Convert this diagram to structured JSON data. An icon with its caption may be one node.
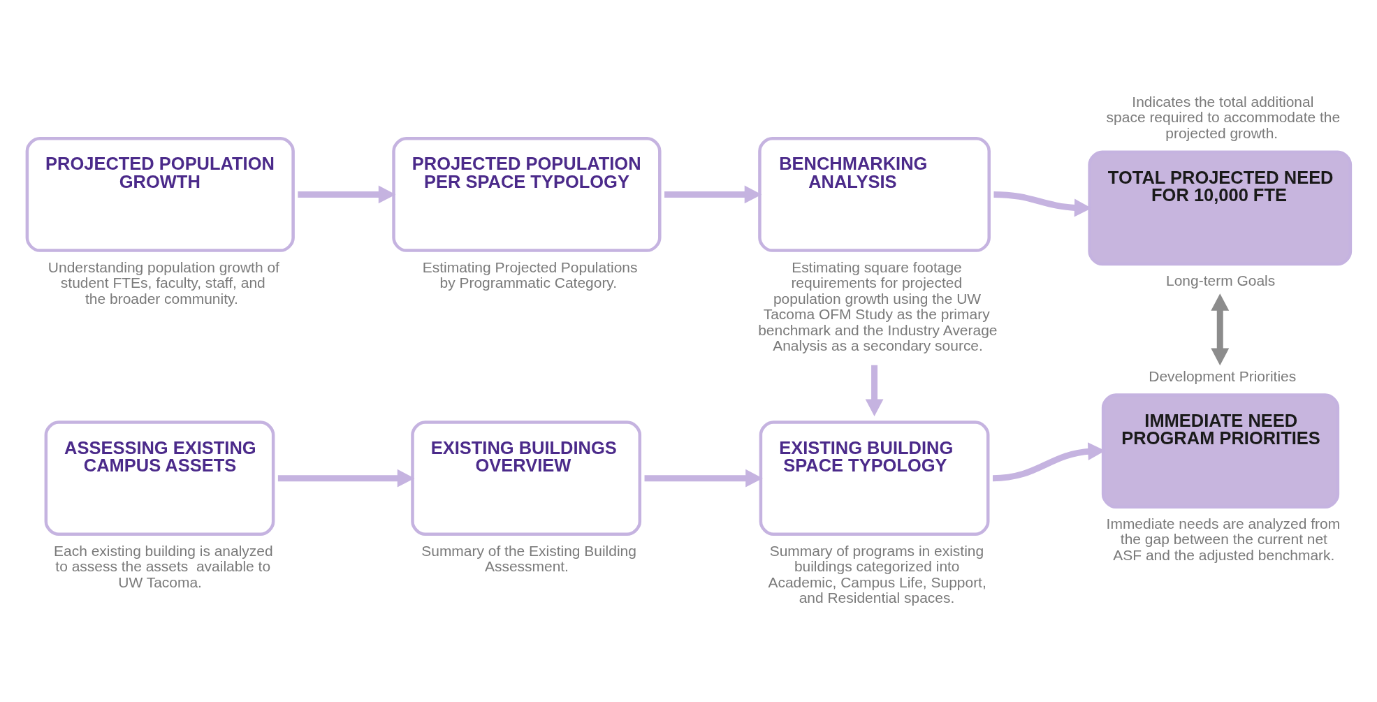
{
  "diagram": {
    "nodes": [
      {
        "text": [
          "PROJECTED POPULATION GROWTH"
        ],
        "beside": [
          "Understanding population growth of student FTEs, faculty, staff, and the broader community."
        ]
      },
      {
        "text": [
          "PROJECTED POPULATION PER SPACE TYPOLOGY"
        ],
        "beside": [
          "Estimating Projected Populations by Programmatic Category."
        ]
      },
      {
        "text": [
          "BENCHMARKING ANALYSIS"
        ],
        "beside": [
          "Estimating square footage requirements for projected population growth using the UW Tacoma OFM Study as the primary benchmark and the Industry Average Analysis as a secondary source."
        ]
      },
      {
        "text": [
          "TOTAL PROJECTED NEED FOR 10,000 FTE"
        ],
        "beside": [
          "Indicates the total additional space required to accommodate the projected growth.",
          "Long-term Goals"
        ]
      },
      {
        "text": [
          "IMMEDIATE NEED PROGRAM PRIORITIES"
        ],
        "beside": [
          "Development Priorities",
          "Immediate needs are analyzed from the gap between the current net ASF and the adjusted benchmark."
        ]
      },
      {
        "text": [
          "ASSESSING EXISTING CAMPUS ASSETS"
        ],
        "beside": [
          "Each existing building is analyzed to assess the assets  available to UW Tacoma."
        ]
      },
      {
        "text": [
          "EXISTING BUILDINGS OVERVIEW"
        ],
        "beside": [
          "Summary of the Existing Building Assessment."
        ]
      },
      {
        "text": [
          "EXISTING BUILDING SPACE TYPOLOGY"
        ],
        "beside": [
          "Summary of programs in existing buildings categorized into Academic, Campus Life, Support, and Residential spaces."
        ]
      }
    ],
    "edges": [
      {
        "from": 0,
        "to": 1,
        "arrow": "to"
      },
      {
        "from": 1,
        "to": 2,
        "arrow": "to"
      },
      {
        "from": 2,
        "to": 3,
        "arrow": "to"
      },
      {
        "from": 2,
        "to": 7,
        "arrow": "to"
      },
      {
        "from": 3,
        "to": 4,
        "arrow": "both",
        "color": "#8c8c8c"
      },
      {
        "from": 5,
        "to": 6,
        "arrow": "to"
      },
      {
        "from": 6,
        "to": 7,
        "arrow": "to"
      },
      {
        "from": 7,
        "to": 4,
        "arrow": "to"
      }
    ]
  }
}
